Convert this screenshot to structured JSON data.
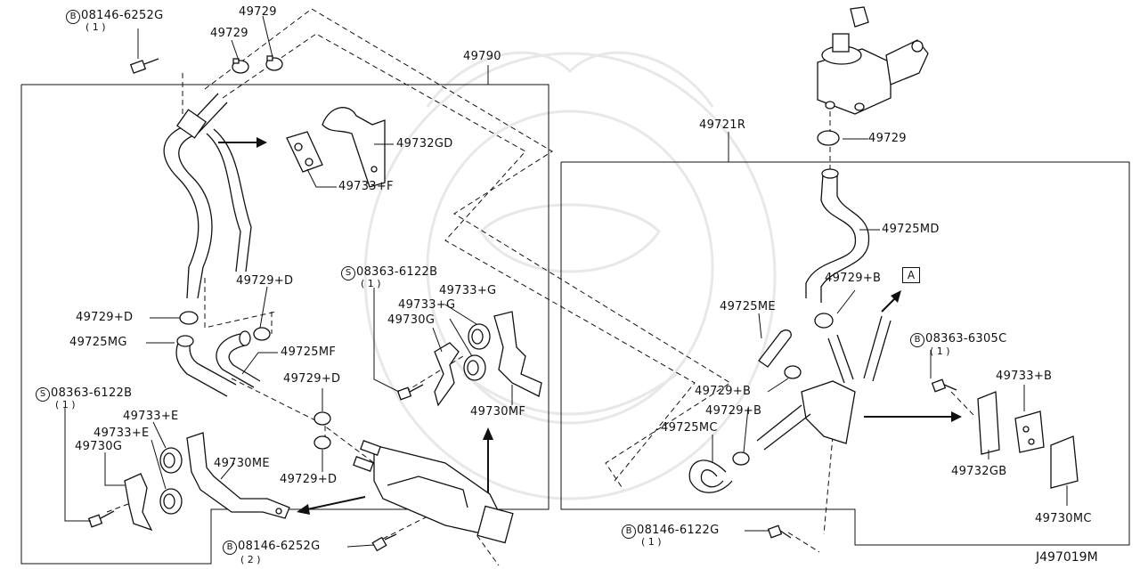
{
  "diagram": {
    "id": "J497019M",
    "callout_A": "A",
    "parts": {
      "p08146_6252G_top": {
        "prefix": "B",
        "number": "08146-6252G",
        "qty": "( 1 )"
      },
      "p49729_a": "49729",
      "p49729_b": "49729",
      "p49790": "49790",
      "p49732GD": "49732GD",
      "p49733F": "49733+F",
      "p49729D_a": "49729+D",
      "p49729D_b": "49729+D",
      "p49725MG": "49725MG",
      "p49725MF": "49725MF",
      "p08363_6122B_mid": {
        "prefix": "S",
        "number": "08363-6122B",
        "qty": "( 1 )"
      },
      "p49733G_a": "49733+G",
      "p49733G_b": "49733+G",
      "p49730G_mid": "49730G",
      "p49730MF": "49730MF",
      "p49729D_c": "49729+D",
      "p49729D_d": "49729+D",
      "p08363_6122B_left": {
        "prefix": "S",
        "number": "08363-6122B",
        "qty": "( 1 )"
      },
      "p49733E_a": "49733+E",
      "p49733E_b": "49733+E",
      "p49730G_left": "49730G",
      "p49730ME": "49730ME",
      "p08146_6252G_bottom": {
        "prefix": "B",
        "number": "08146-6252G",
        "qty": "( 2 )"
      },
      "p49721R": "49721R",
      "p49729_c": "49729",
      "p49725MD": "49725MD",
      "p49729B_a": "49729+B",
      "p49725ME": "49725ME",
      "p49729B_b": "49729+B",
      "p49729B_c": "49729+B",
      "p49725MC": "49725MC",
      "p08363_6305C": {
        "prefix": "B",
        "number": "08363-6305C",
        "qty": "( 1 )"
      },
      "p49733B": "49733+B",
      "p49732GB": "49732GB",
      "p49730MC": "49730MC",
      "p08146_6122G": {
        "prefix": "B",
        "number": "08146-6122G",
        "qty": "( 1 )"
      }
    }
  }
}
